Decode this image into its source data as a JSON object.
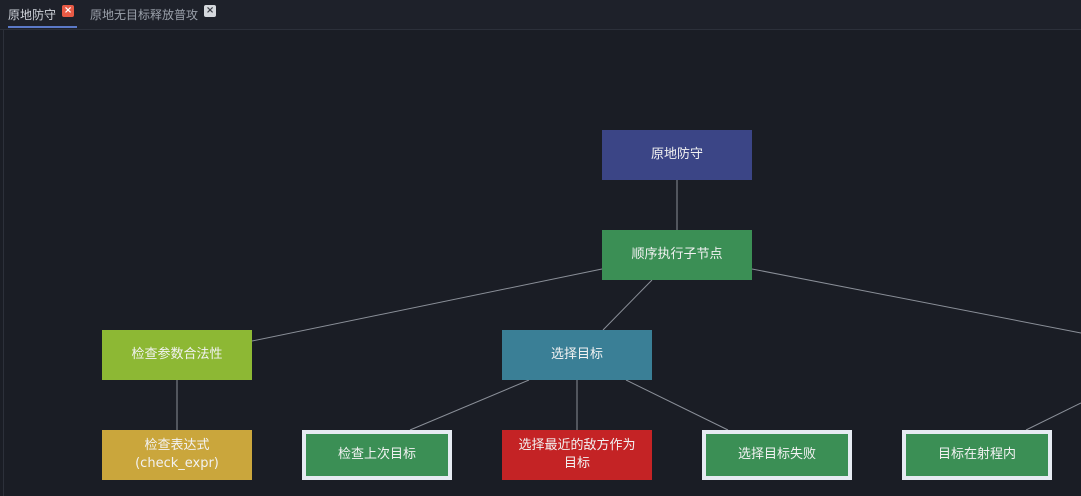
{
  "tabs": [
    {
      "label": "原地防守",
      "close_icon": "×",
      "active": true
    },
    {
      "label": "原地无目标释放普攻",
      "close_icon": "×",
      "active": false
    }
  ],
  "colors": {
    "background": "#1a1d25",
    "root": "#3b4586",
    "sequence": "#3b8f55",
    "condition": "#8db834",
    "select": "#3a7f96",
    "expression": "#caa63c",
    "action_green": "#3b8f55",
    "action_red": "#c42325",
    "edge": "#8a8f98"
  },
  "nodes": {
    "root": {
      "label": "原地防守"
    },
    "sequence": {
      "label": "顺序执行子节点"
    },
    "check_params": {
      "label": "检查参数合法性"
    },
    "select_target": {
      "label": "选择目标"
    },
    "check_expr": {
      "label": "检查表达式\n(check_expr)"
    },
    "check_last_target": {
      "label": "检查上次目标"
    },
    "select_nearest_enemy": {
      "label": "选择最近的敌方作为\n目标"
    },
    "select_target_failed": {
      "label": "选择目标失败"
    },
    "target_in_range": {
      "label": "目标在射程内"
    }
  }
}
